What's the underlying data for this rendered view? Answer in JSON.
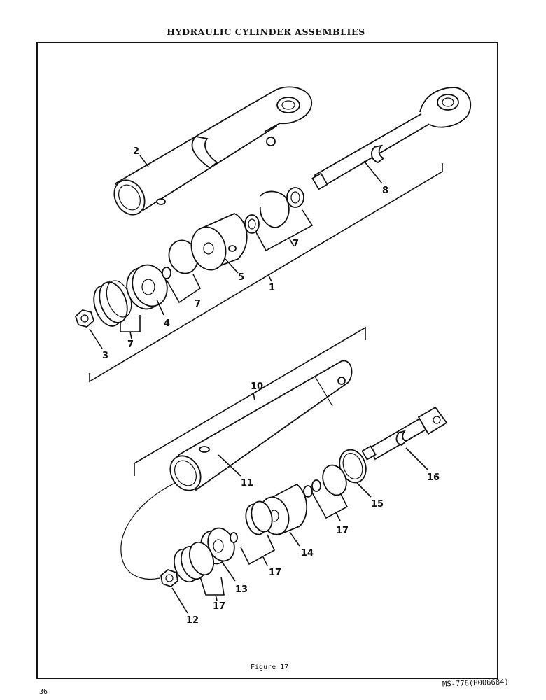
{
  "document": {
    "title": "HYDRAULIC CYLINDER ASSEMBLIES",
    "caption": "Figure 17",
    "page_number": "36",
    "doc_id": "MS-776(H006684)"
  },
  "callouts": {
    "c1": "1",
    "c2": "2",
    "c3": "3",
    "c4": "4",
    "c5": "5",
    "c7a": "7",
    "c7b": "7",
    "c7c": "7",
    "c8": "8",
    "c10": "10",
    "c11": "11",
    "c12": "12",
    "c13": "13",
    "c14": "14",
    "c15": "15",
    "c16": "16",
    "c17a": "17",
    "c17b": "17",
    "c17c": "17"
  }
}
